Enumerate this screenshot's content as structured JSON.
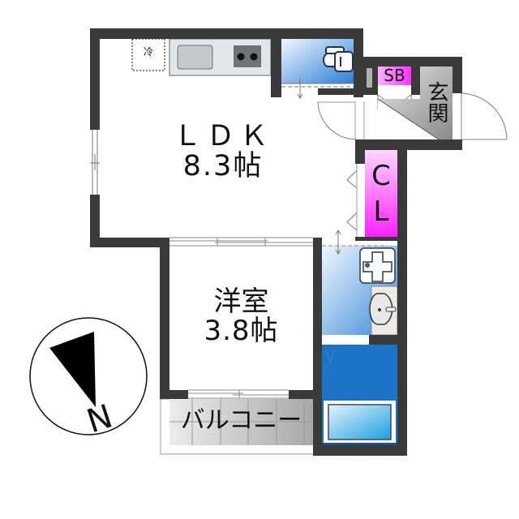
{
  "rooms": {
    "ldk": {
      "name": "ＬＤＫ",
      "size": "8.3帖"
    },
    "western_room": {
      "name": "洋室",
      "size": "3.8帖"
    },
    "balcony": {
      "name": "バルコニー"
    },
    "entrance": {
      "name": "玄関"
    },
    "shoe_box": {
      "name": "SB"
    },
    "closet": {
      "name_line1": "C",
      "name_line2": "L"
    },
    "refrigerator": {
      "name": "冷"
    }
  },
  "compass": {
    "label": "N"
  },
  "colors": {
    "wall": "#3a3a3a",
    "storage_magenta": "#ff33ff",
    "bath_blue": "#1a73c8",
    "wet_area_light_blue": "#9cc9ee",
    "entrance_gray": "#a0a0a0",
    "balcony_gray": "#c8c8c8"
  }
}
